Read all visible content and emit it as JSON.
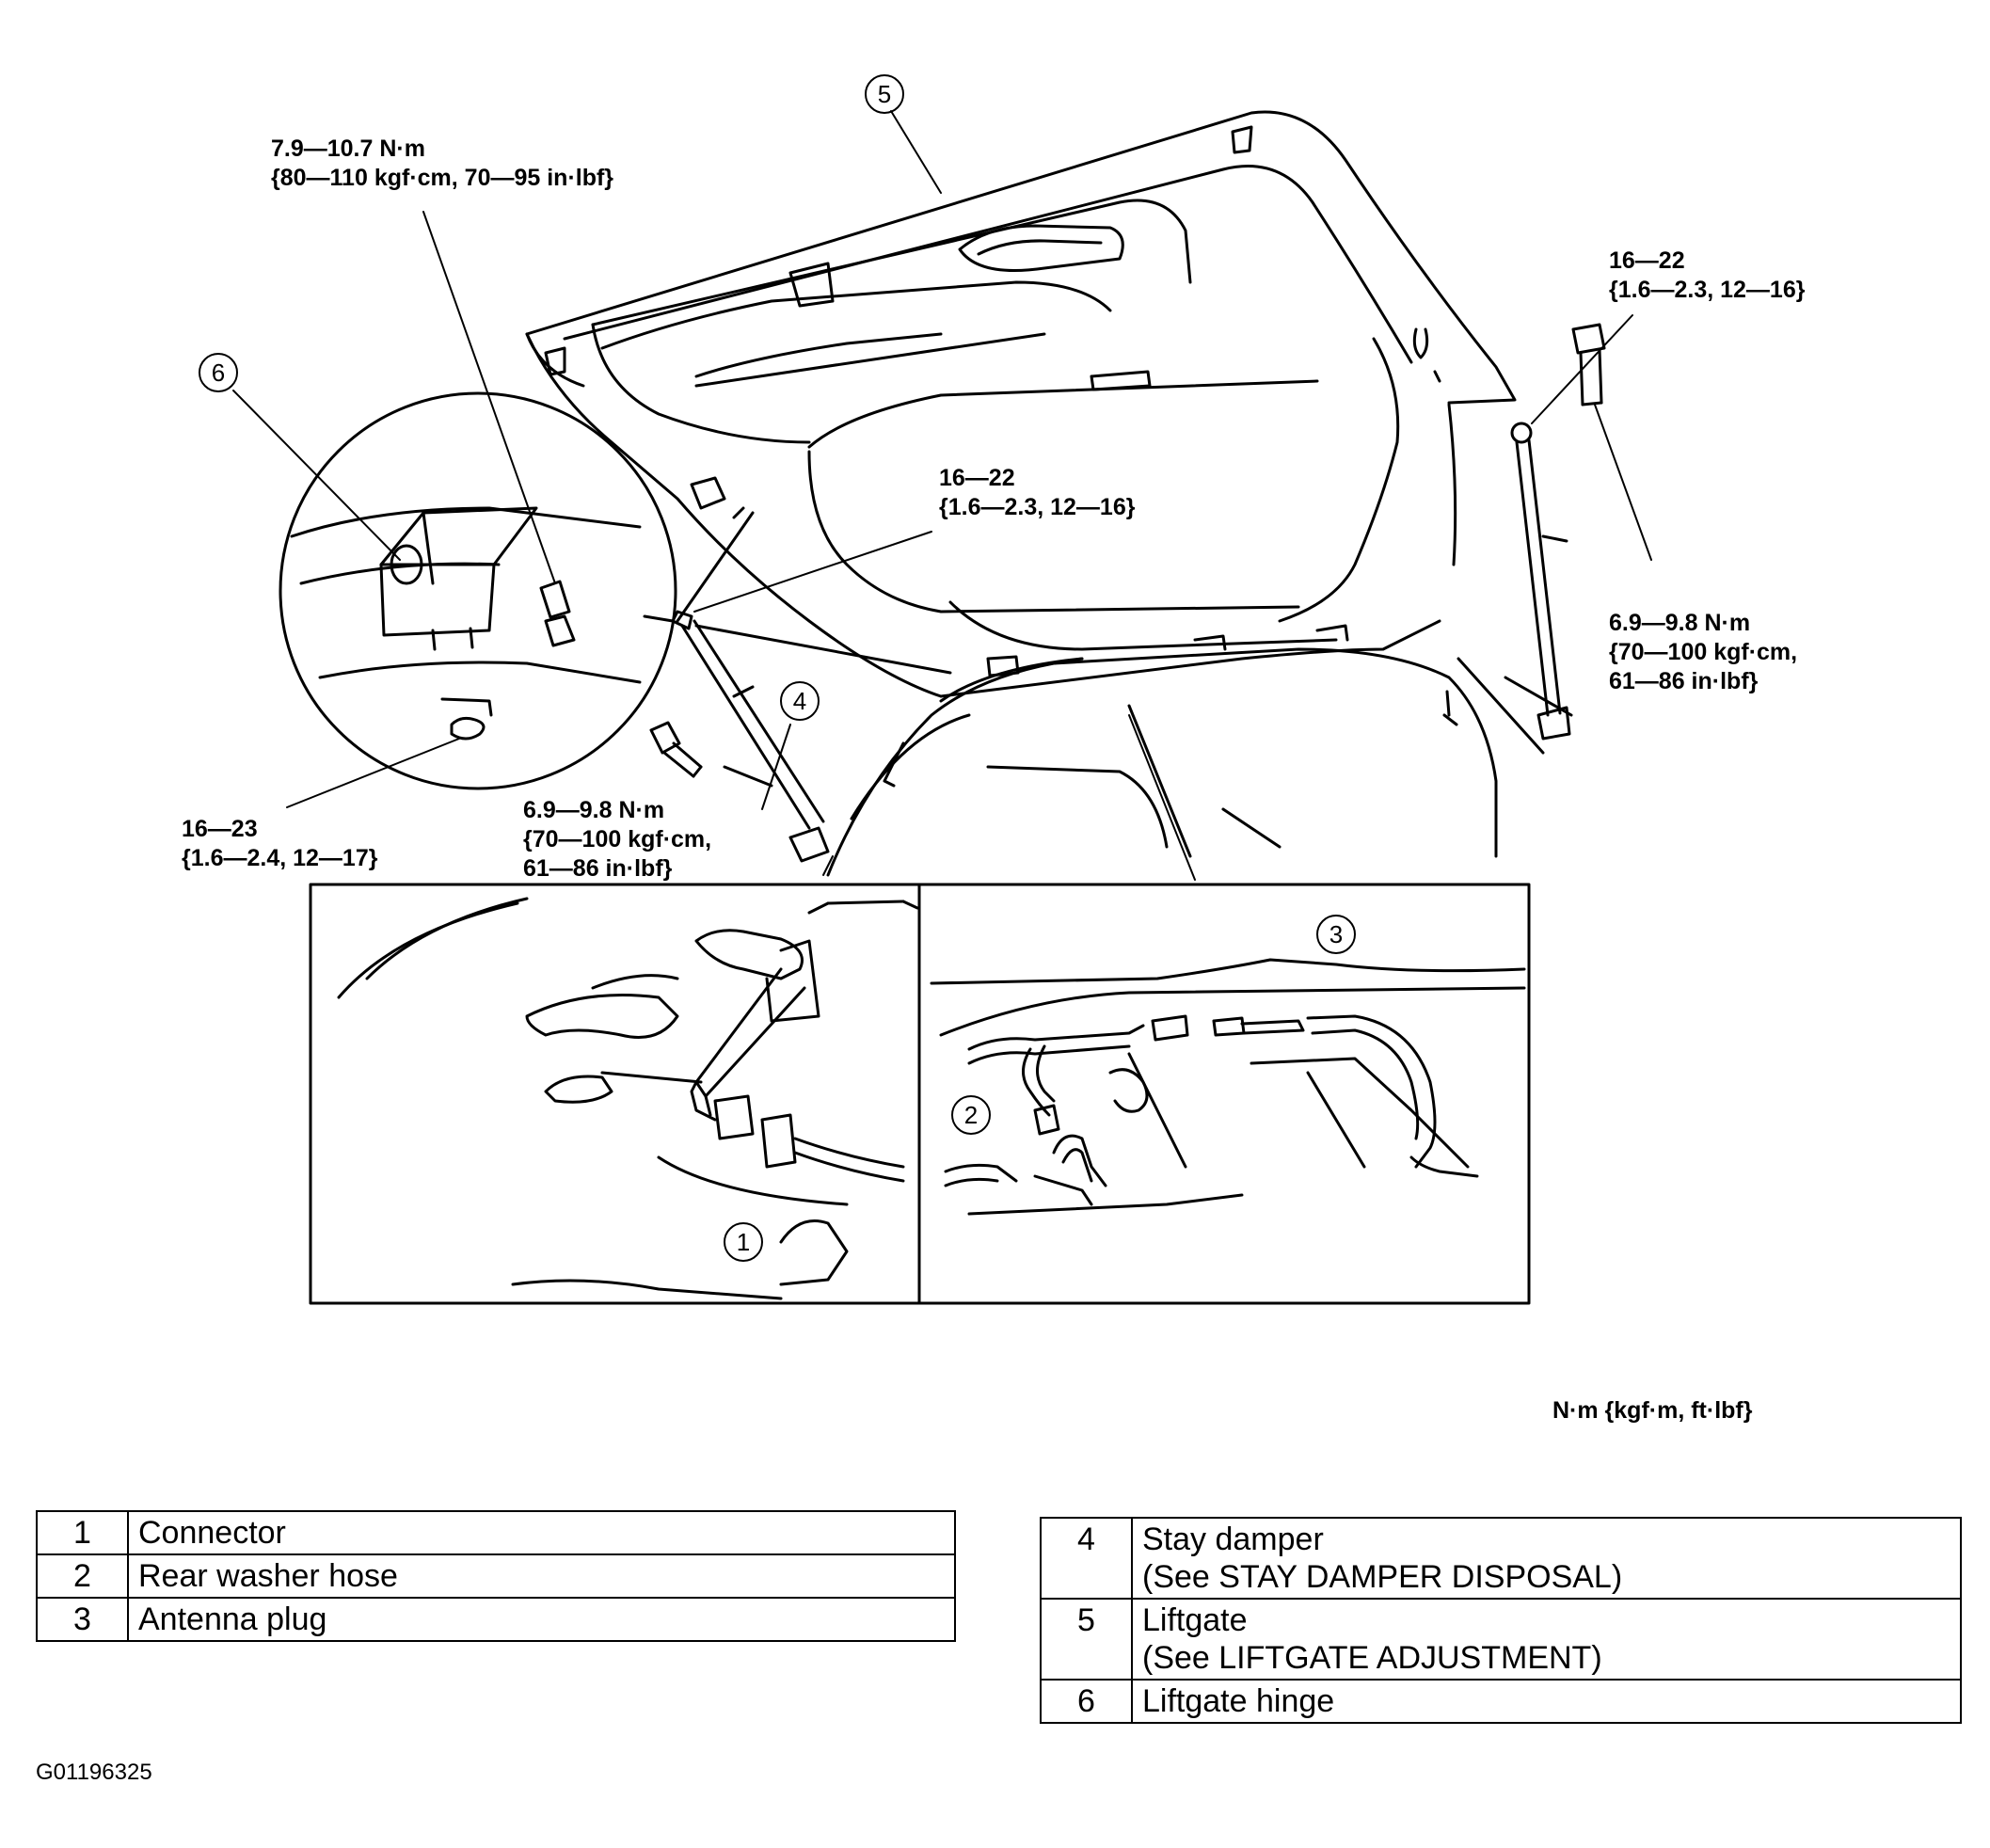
{
  "callouts": [
    "1",
    "2",
    "3",
    "4",
    "5",
    "6"
  ],
  "torque_specs": [
    {
      "line1": "7.9—10.7 N·m",
      "line2": "{80—110 kgf·cm, 70—95 in·lbf}",
      "line3": ""
    },
    {
      "line1": "16—22",
      "line2": "{1.6—2.3, 12—16}",
      "line3": ""
    },
    {
      "line1": "16—22",
      "line2": "{1.6—2.3, 12—16}",
      "line3": ""
    },
    {
      "line1": "6.9—9.8 N·m",
      "line2": "{70—100 kgf·cm,",
      "line3": "61—86 in·lbf}"
    },
    {
      "line1": "6.9—9.8 N·m",
      "line2": "{70—100 kgf·cm,",
      "line3": "61—86 in·lbf}"
    },
    {
      "line1": "16—23",
      "line2": "{1.6—2.4, 12—17}",
      "line3": ""
    }
  ],
  "units_note": "N·m {kgf·m, ft·lbf}",
  "legend_left": [
    {
      "num": "1",
      "label": "Connector",
      "note": ""
    },
    {
      "num": "2",
      "label": "Rear washer hose",
      "note": ""
    },
    {
      "num": "3",
      "label": "Antenna plug",
      "note": ""
    }
  ],
  "legend_right": [
    {
      "num": "4",
      "label": "Stay damper",
      "note": "(See STAY DAMPER DISPOSAL)"
    },
    {
      "num": "5",
      "label": "Liftgate",
      "note": "(See LIFTGATE ADJUSTMENT)"
    },
    {
      "num": "6",
      "label": "Liftgate hinge",
      "note": ""
    }
  ],
  "image_id": "G01196325"
}
